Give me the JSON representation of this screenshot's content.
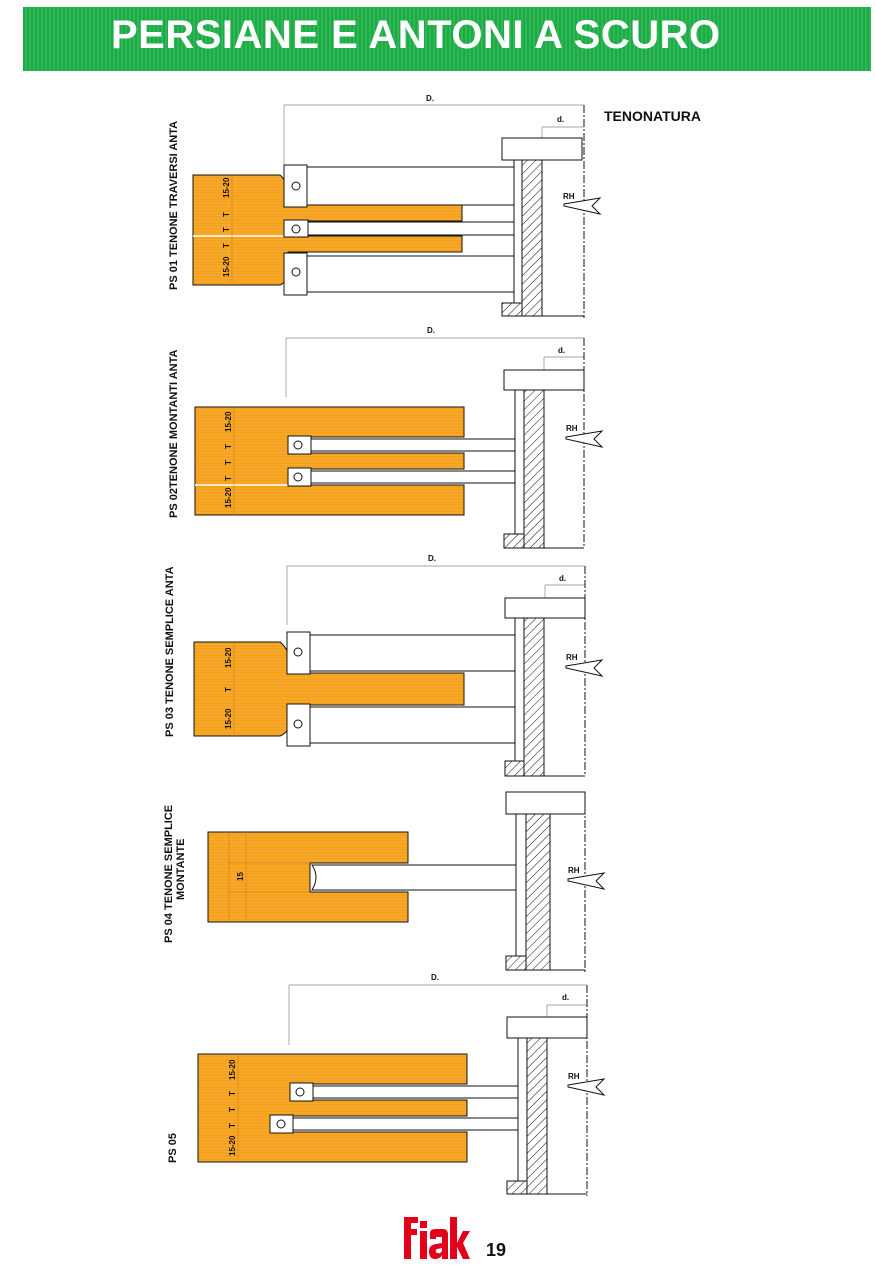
{
  "header": {
    "title": "PERSIANE E ANTONI A SCURO"
  },
  "section": {
    "heading": "TENONATURA"
  },
  "page": {
    "number": "19"
  },
  "colors": {
    "header_green": "#2cb94f",
    "workpiece_orange": "#f7a21b",
    "logo_red": "#e3001b"
  },
  "labels": {
    "D": "D.",
    "d": "d.",
    "RH": "RH",
    "T": "T",
    "r1520": "15-20",
    "r15": "15"
  },
  "profiles": [
    {
      "name": "PS 01 TENONE  TRAVERSI ANTA"
    },
    {
      "name": "PS 02TENONE MONTANTI ANTA"
    },
    {
      "name": "PS 03 TENONE SEMPLICE ANTA"
    },
    {
      "name_line1": "PS 04 TENONE SEMPLICE",
      "name_line2": "MONTANTE"
    },
    {
      "name": "PS 05"
    }
  ]
}
